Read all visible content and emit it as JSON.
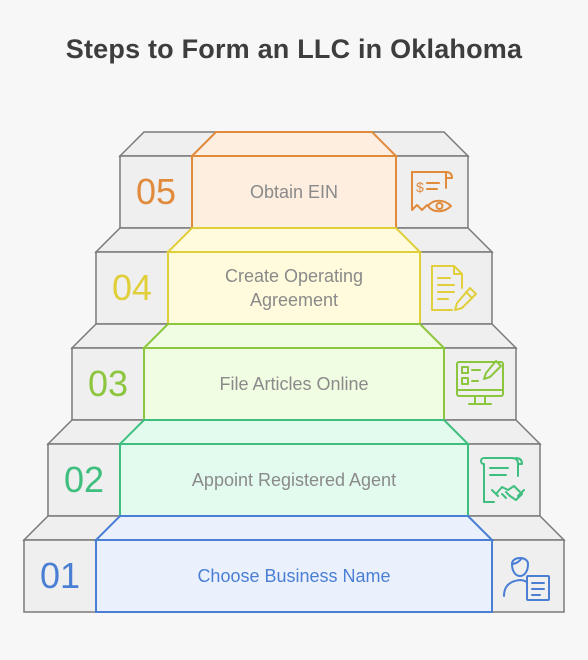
{
  "title": "Steps to Form an LLC in Oklahoma",
  "steps": [
    {
      "number": "01",
      "label": "Choose Business Name",
      "color": "#4a7fd4",
      "fill": "#eaf1fd",
      "icon": "person-document-icon"
    },
    {
      "number": "02",
      "label": "Appoint Registered Agent",
      "color": "#3fbf7f",
      "fill": "#e3fbee",
      "icon": "handshake-contract-icon"
    },
    {
      "number": "03",
      "label": "File Articles Online",
      "color": "#8cc63f",
      "fill": "#f1fde2",
      "icon": "computer-form-icon"
    },
    {
      "number": "04",
      "label": "Create Operating Agreement",
      "color": "#e0cf3a",
      "fill": "#fffbdc",
      "icon": "document-pen-icon"
    },
    {
      "number": "05",
      "label": "Obtain EIN",
      "color": "#e08a3c",
      "fill": "#fdeee0",
      "icon": "receipt-eye-icon"
    }
  ]
}
